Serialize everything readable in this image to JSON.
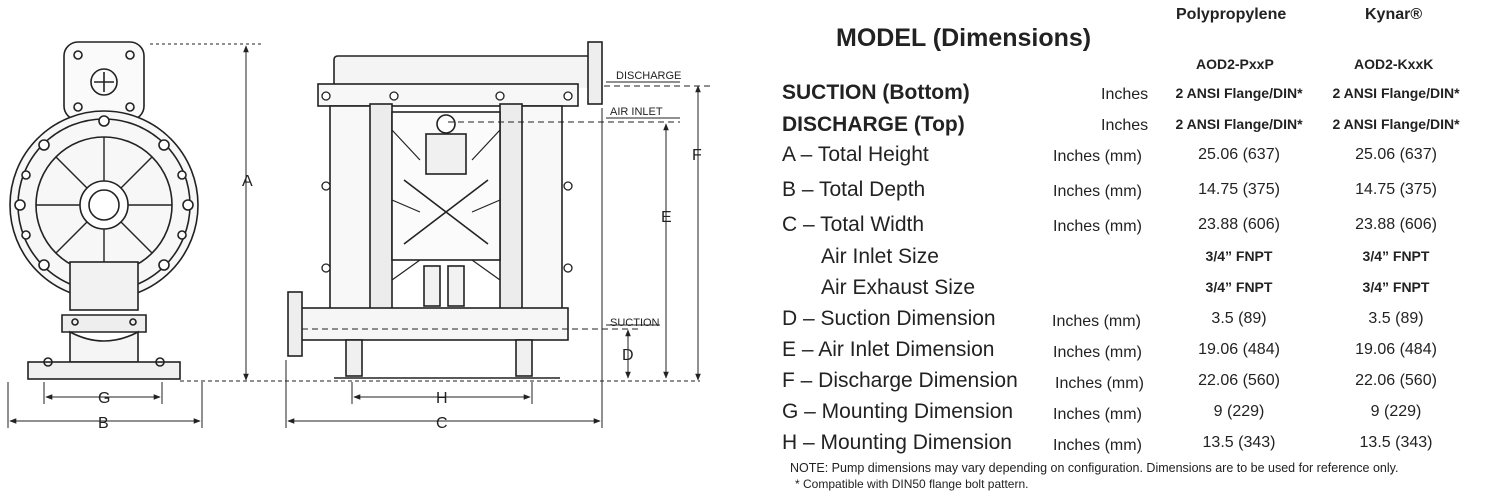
{
  "title": "MODEL (Dimensions)",
  "columns": [
    {
      "material": "Polypropylene",
      "model": "AOD2-PxxP"
    },
    {
      "material": "Kynar®",
      "model": "AOD2-KxxK"
    }
  ],
  "rows": [
    {
      "label": "SUCTION (Bottom)",
      "unit": "Inches",
      "values": [
        "2 ANSI Flange/DIN*",
        "2 ANSI Flange/DIN*"
      ]
    },
    {
      "label": "DISCHARGE (Top)",
      "unit": "Inches",
      "values": [
        "2 ANSI Flange/DIN*",
        "2 ANSI Flange/DIN*"
      ]
    },
    {
      "label": "A – Total Height",
      "unit": "Inches (mm)",
      "values": [
        "25.06 (637)",
        "25.06 (637)"
      ]
    },
    {
      "label": "B – Total Depth",
      "unit": "Inches (mm)",
      "values": [
        "14.75 (375)",
        "14.75 (375)"
      ]
    },
    {
      "label": "C – Total Width",
      "unit": "Inches (mm)",
      "values": [
        "23.88 (606)",
        "23.88 (606)"
      ]
    },
    {
      "label": "Air Inlet Size",
      "unit": "",
      "values": [
        "3/4” FNPT",
        "3/4” FNPT"
      ]
    },
    {
      "label": "Air Exhaust Size",
      "unit": "",
      "values": [
        "3/4” FNPT",
        "3/4” FNPT"
      ]
    },
    {
      "label": "D – Suction Dimension",
      "unit": "Inches (mm)",
      "values": [
        "3.5 (89)",
        "3.5 (89)"
      ]
    },
    {
      "label": "E – Air Inlet Dimension",
      "unit": "Inches (mm)",
      "values": [
        "19.06 (484)",
        "19.06 (484)"
      ]
    },
    {
      "label": "F – Discharge Dimension",
      "unit": "Inches (mm)",
      "values": [
        "22.06 (560)",
        "22.06 (560)"
      ]
    },
    {
      "label": "G – Mounting Dimension",
      "unit": "Inches (mm)",
      "values": [
        "9 (229)",
        "9 (229)"
      ]
    },
    {
      "label": "H – Mounting Dimension",
      "unit": "Inches (mm)",
      "values": [
        "13.5 (343)",
        "13.5 (343)"
      ]
    }
  ],
  "note": "NOTE: Pump dimensions may vary depending on configuration.  Dimensions are to be used for reference only.",
  "footnote": "* Compatible with DIN50 flange bolt pattern.",
  "drawing": {
    "callouts": {
      "discharge": "DISCHARGE",
      "air_inlet": "AIR INLET",
      "suction": "SUCTION"
    },
    "dimension_letters": {
      "a": "A",
      "b": "B",
      "c": "C",
      "d": "D",
      "e": "E",
      "f": "F",
      "g": "G",
      "h": "H"
    }
  }
}
